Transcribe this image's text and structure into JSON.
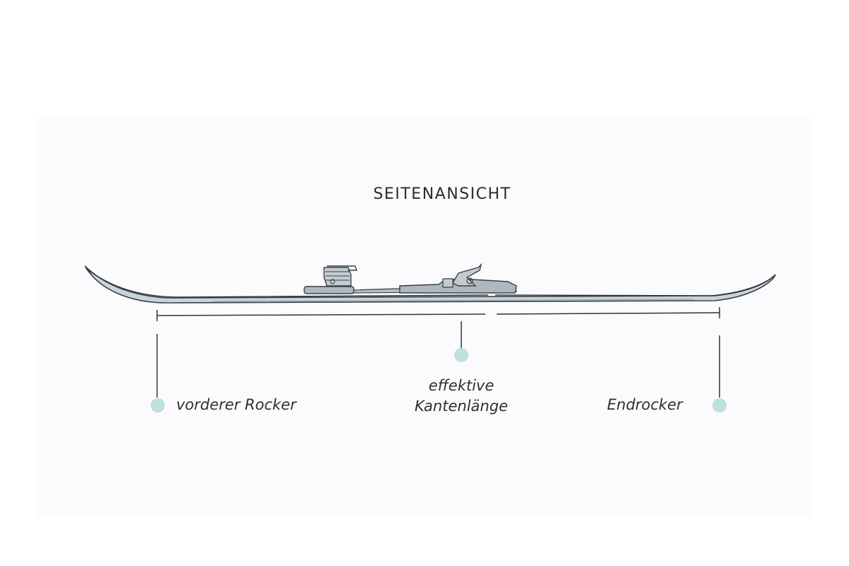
{
  "diagram": {
    "title": "SEITENANSICHT",
    "labels": {
      "front_rocker": "vorderer Rocker",
      "effective_edge_line1": "effektive",
      "effective_edge_line2": "Kantenlänge",
      "rear_rocker": "Endrocker"
    },
    "colors": {
      "panel_background": "#fbfbfd",
      "ski_body": "#c9d3d9",
      "ski_outline": "#3a4046",
      "binding": "#aeb8bf",
      "marker_dot": "#bfe0dc",
      "text": "#2f2f2f"
    }
  }
}
